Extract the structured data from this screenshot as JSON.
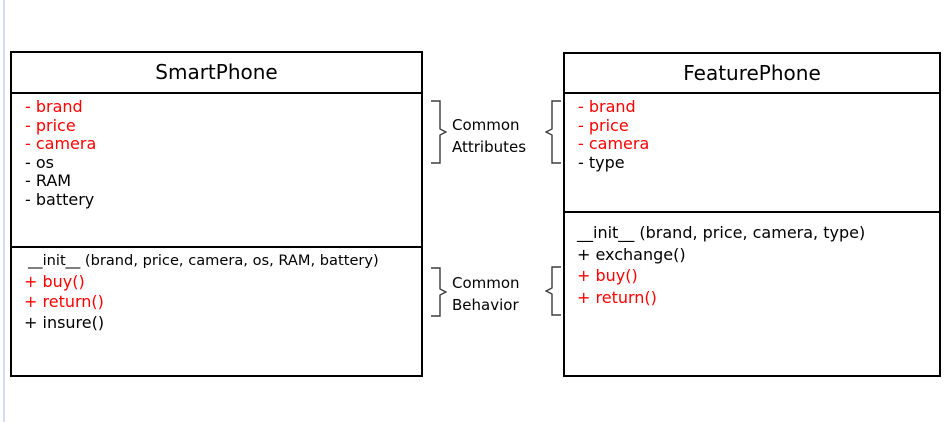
{
  "diagram": {
    "classes": [
      {
        "name": "SmartPhone",
        "attributes": [
          {
            "text": "- brand",
            "common": true
          },
          {
            "text": "- price",
            "common": true
          },
          {
            "text": "- camera",
            "common": true
          },
          {
            "text": "- os",
            "common": false
          },
          {
            "text": "- RAM",
            "common": false
          },
          {
            "text": "- battery",
            "common": false
          }
        ],
        "methods": [
          {
            "text": "__init__ (brand, price, camera, os, RAM, battery)",
            "common": false,
            "small": true
          },
          {
            "text": "+ buy()",
            "common": true
          },
          {
            "text": "+ return()",
            "common": true
          },
          {
            "text": "+ insure()",
            "common": false
          }
        ]
      },
      {
        "name": "FeaturePhone",
        "attributes": [
          {
            "text": "- brand",
            "common": true
          },
          {
            "text": "- price",
            "common": true
          },
          {
            "text": "- camera",
            "common": true
          },
          {
            "text": "- type",
            "common": false
          }
        ],
        "methods": [
          {
            "text": "__init__ (brand, price, camera, type)",
            "common": false
          },
          {
            "text": "+ exchange()",
            "common": false
          },
          {
            "text": "+ buy()",
            "common": true
          },
          {
            "text": "+ return()",
            "common": true
          }
        ]
      }
    ],
    "annotations": [
      {
        "line1": "Common",
        "line2": "Attributes"
      },
      {
        "line1": "Common",
        "line2": "Behavior"
      }
    ],
    "colors": {
      "common_highlight": "#ff0000",
      "text": "#000000",
      "border": "#000000",
      "bracket": "#3d3d3d",
      "edge_line": "#d9d9f0"
    }
  }
}
